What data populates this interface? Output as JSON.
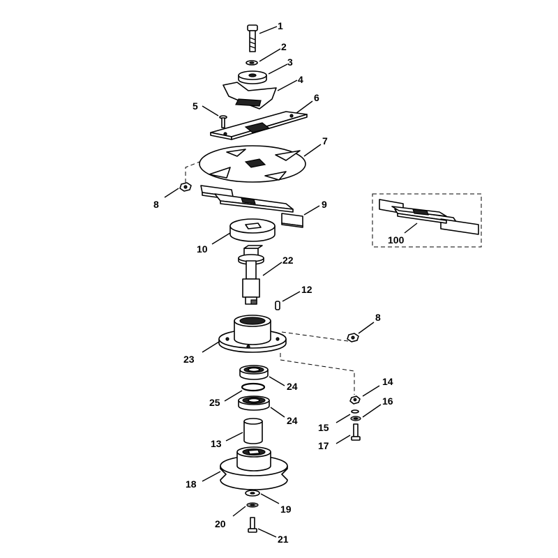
{
  "labels": {
    "l1": "1",
    "l2": "2",
    "l3": "3",
    "l4": "4",
    "l5": "5",
    "l6": "6",
    "l7": "7",
    "l8a": "8",
    "l8b": "8",
    "l9": "9",
    "l10": "10",
    "l12": "12",
    "l13": "13",
    "l14": "14",
    "l15": "15",
    "l16": "16",
    "l17": "17",
    "l18": "18",
    "l19": "19",
    "l20": "20",
    "l21": "21",
    "l22": "22",
    "l23": "23",
    "l24a": "24",
    "l24b": "24",
    "l25": "25",
    "l100": "100"
  }
}
